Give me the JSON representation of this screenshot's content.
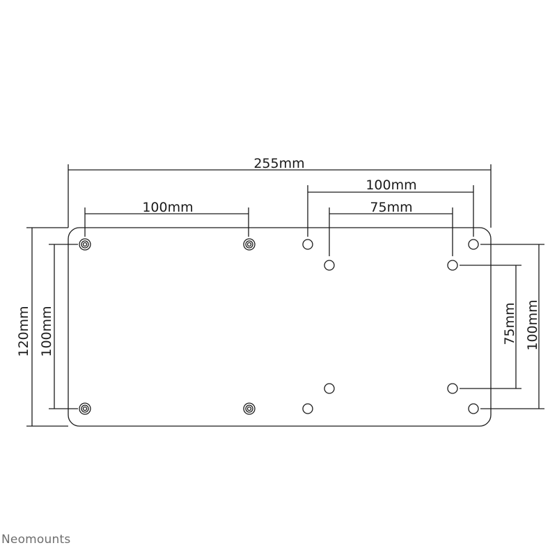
{
  "brand": {
    "name": "Neomounts"
  },
  "dimensions": {
    "overall_width": "255mm",
    "overall_height": "120mm",
    "left_hole_spacing_horizontal": "100mm",
    "left_hole_spacing_vertical": "100mm",
    "right_outer_spacing_horizontal": "100mm",
    "right_inner_spacing_horizontal": "75mm",
    "right_inner_spacing_vertical": "75mm",
    "right_outer_spacing_vertical": "100mm"
  },
  "colors": {
    "line": "#1a1a1a",
    "background": "#ffffff",
    "brand": "#6e6e6e"
  }
}
